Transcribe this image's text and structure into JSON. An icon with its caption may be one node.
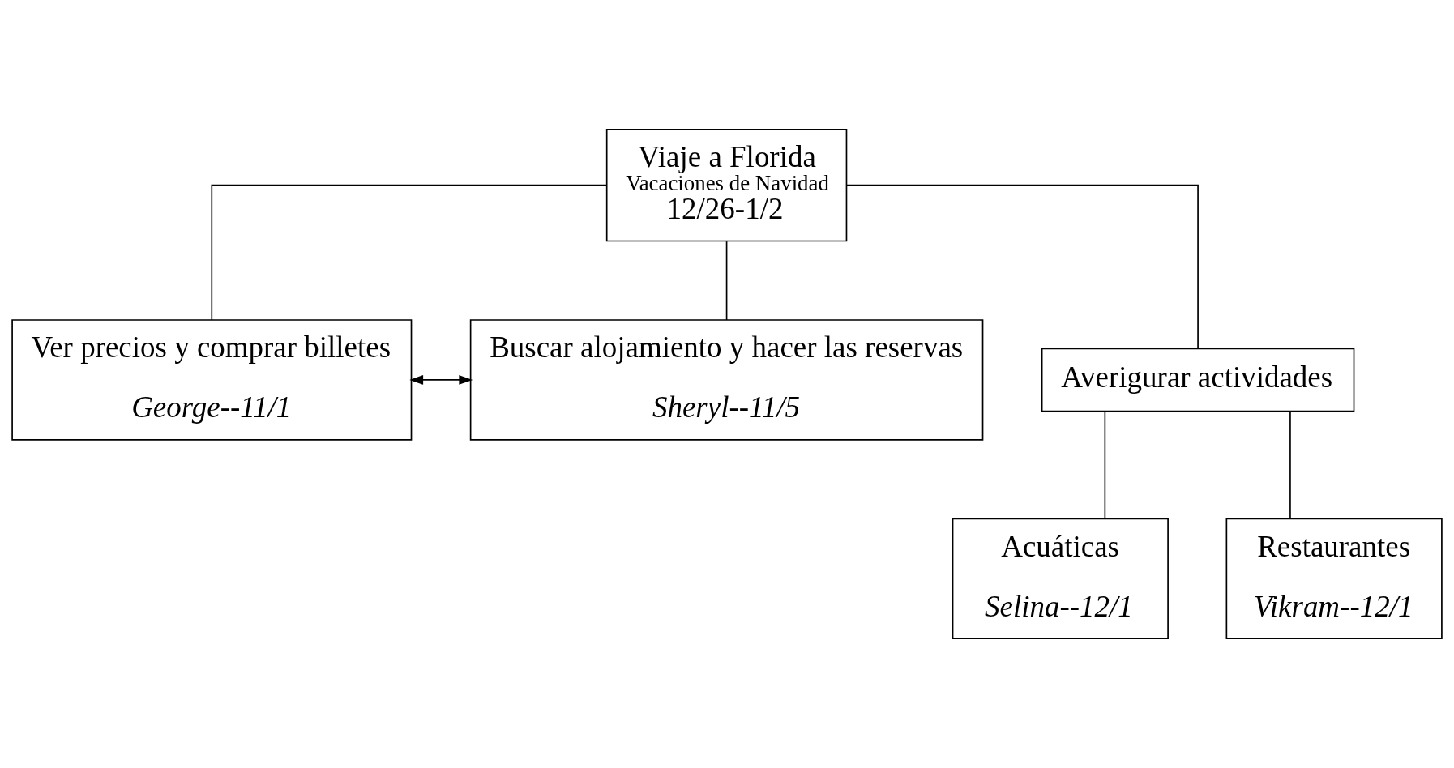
{
  "diagram": {
    "nodes": [
      {
        "text": [
          "Viaje a Florida",
          "Vacaciones de Navidad",
          "12/26-1/2"
        ]
      },
      {
        "text": [
          "Ver precios y comprar billetes",
          "George--11/1"
        ]
      },
      {
        "text": [
          "Buscar alojamiento y hacer las reservas",
          "Sheryl--11/5"
        ]
      },
      {
        "text": [
          "Averigurar actividades"
        ]
      },
      {
        "text": [
          "Acuáticas",
          "Selina--12/1"
        ]
      },
      {
        "text": [
          "Restaurantes",
          "Vikram--12/1"
        ]
      }
    ],
    "edges": [
      {
        "from": 0,
        "to": 1,
        "arrow": "none"
      },
      {
        "from": 0,
        "to": 2,
        "arrow": "none"
      },
      {
        "from": 0,
        "to": 3,
        "arrow": "none"
      },
      {
        "from": 3,
        "to": 4,
        "arrow": "none"
      },
      {
        "from": 3,
        "to": 5,
        "arrow": "none"
      },
      {
        "from": 1,
        "to": 2,
        "arrow": "both"
      }
    ]
  }
}
